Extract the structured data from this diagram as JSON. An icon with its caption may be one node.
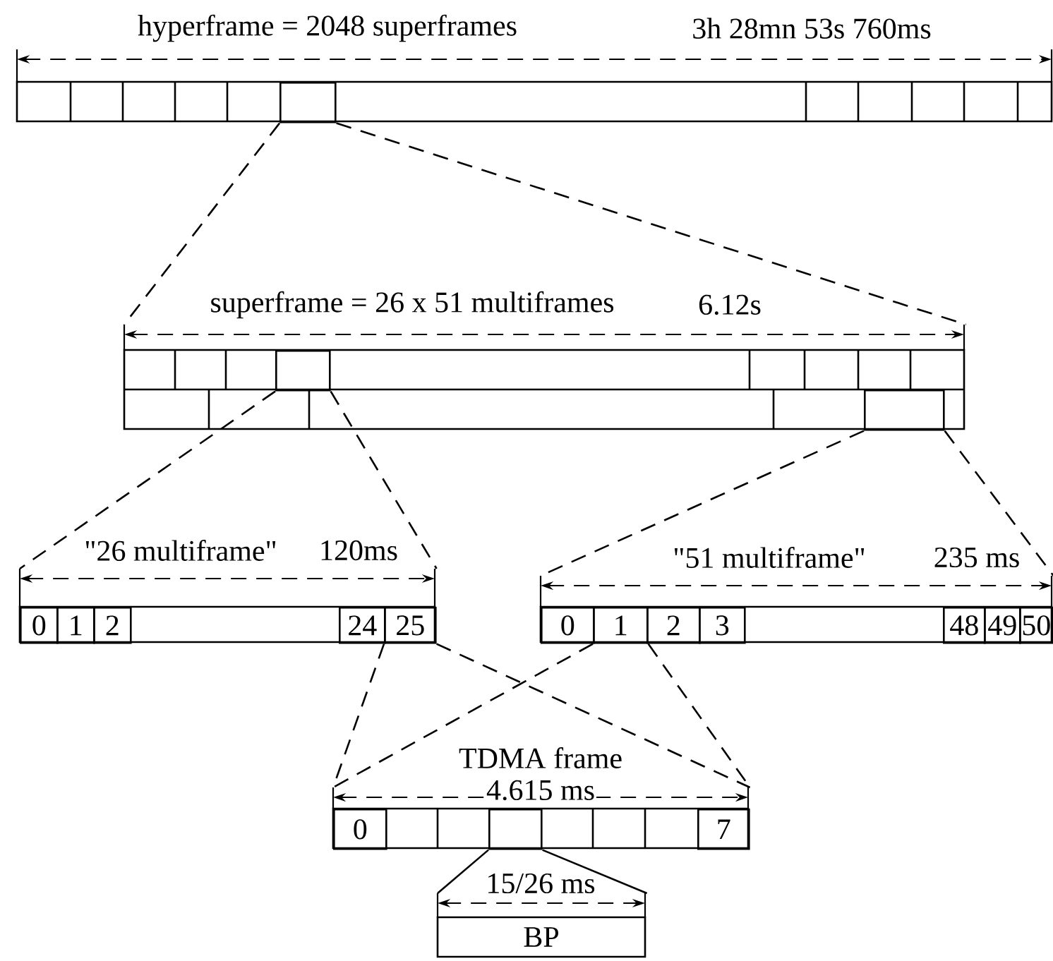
{
  "diagram": {
    "nodes": [
      {
        "text": [
          "hyperframe = 2048 superframes",
          "3h 28mn 53s 760ms"
        ]
      },
      {
        "text": [],
        "shape": "box",
        "in": 0
      },
      {
        "text": [
          "superframe = 26 x 51 multiframes",
          "6.12s"
        ]
      },
      {
        "text": [],
        "shape": "box",
        "in": 2
      },
      {
        "text": [],
        "shape": "box",
        "in": 2
      },
      {
        "text": [
          "\"26 multiframe\"",
          "120ms"
        ]
      },
      {
        "text": [
          "0"
        ],
        "in": 5
      },
      {
        "text": [
          "1"
        ],
        "in": 5
      },
      {
        "text": [
          "2"
        ],
        "in": 5
      },
      {
        "text": [
          "24"
        ],
        "in": 5
      },
      {
        "text": [
          "25"
        ],
        "in": 5
      },
      {
        "text": [
          "\"51 multiframe\"",
          "235 ms"
        ]
      },
      {
        "text": [
          "0"
        ],
        "in": 11
      },
      {
        "text": [
          "1"
        ],
        "in": 11
      },
      {
        "text": [
          "2"
        ],
        "in": 11
      },
      {
        "text": [
          "3"
        ],
        "in": 11
      },
      {
        "text": [
          "48"
        ],
        "in": 11
      },
      {
        "text": [
          "49"
        ],
        "in": 11
      },
      {
        "text": [
          "50"
        ],
        "in": 11
      },
      {
        "text": [
          "TDMA frame",
          "4.615 ms"
        ]
      },
      {
        "text": [
          "0"
        ],
        "in": 19
      },
      {
        "text": [],
        "shape": "box",
        "in": 19
      },
      {
        "text": [
          "7"
        ],
        "in": 19
      },
      {
        "text": [
          "15/26 ms",
          "BP"
        ]
      }
    ],
    "edges": [
      {
        "from": 1,
        "to": 2,
        "arrow": "none",
        "style": "dashed"
      },
      {
        "from": 1,
        "to": 2,
        "arrow": "none",
        "style": "dashed"
      },
      {
        "from": 3,
        "to": 5,
        "arrow": "none",
        "style": "dashed"
      },
      {
        "from": 3,
        "to": 5,
        "arrow": "none",
        "style": "dashed"
      },
      {
        "from": 4,
        "to": 11,
        "arrow": "none",
        "style": "dashed"
      },
      {
        "from": 4,
        "to": 11,
        "arrow": "none",
        "style": "dashed"
      },
      {
        "from": 10,
        "to": 19,
        "arrow": "none",
        "style": "dashed"
      },
      {
        "from": 10,
        "to": 19,
        "arrow": "none",
        "style": "dashed"
      },
      {
        "from": 13,
        "to": 19,
        "arrow": "none",
        "style": "dashed"
      },
      {
        "from": 13,
        "to": 19,
        "arrow": "none",
        "style": "dashed"
      },
      {
        "from": 21,
        "to": 23,
        "arrow": "none"
      },
      {
        "from": 21,
        "to": 23,
        "arrow": "none"
      }
    ]
  }
}
